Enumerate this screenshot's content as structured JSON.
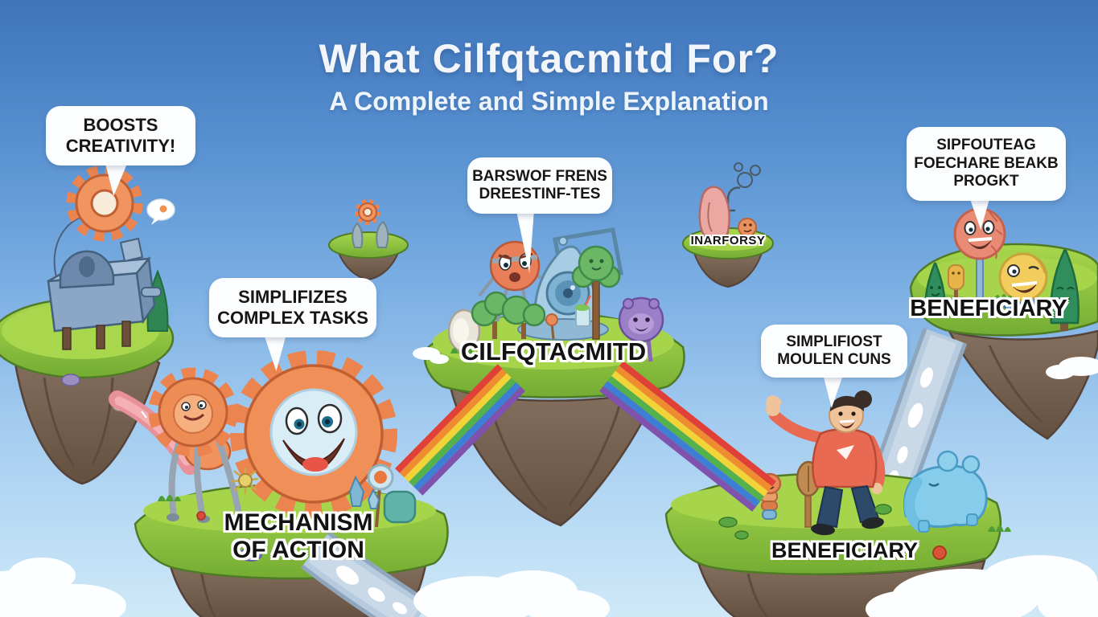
{
  "title": {
    "heading": "What Cilfqtacmitd For?",
    "subheading": "A Complete and Simple Explanation"
  },
  "speech_bubbles": {
    "boosts_creativity": {
      "line1": "BOOSTS",
      "line2": "CREATIVITY!"
    },
    "simplifizes_tasks": {
      "line1": "SIMPLIFIZES",
      "line2": "COMPLEX TASKS"
    },
    "barswof_frens": {
      "line1": "BARSWOF FRENS",
      "line2": "DREESTINF-TES"
    },
    "sipfouteag": {
      "line1": "SIPFOUTEAG",
      "line2": "FOECHARE BEAKB",
      "line3": "PROGKT"
    },
    "simplifiost": {
      "line1": "SIMPLIFIOST",
      "line2": "MOULEN CUNS"
    }
  },
  "island_labels": {
    "center_island": "CILFQTACMITD",
    "mechanism_line1": "MECHANISM",
    "mechanism_line2": "OF ACTION",
    "small_island": "INARFORSY",
    "top_right_island": "BENEFICIARY",
    "bottom_right_island": "BENEFICIARY"
  },
  "colors": {
    "sky_top": "#3f74ba",
    "sky_bottom": "#cfe9f8",
    "grass": "#8fc43e",
    "grass_light": "#a6d44a",
    "rock": "#7d6757",
    "gear_orange": "#f09058",
    "bubble_bg": "#fcfdfe",
    "title_text": "#f2f6fa",
    "river": "#b7cbde",
    "ribbon_pink": "#e89198",
    "rainbow": [
      "#e04038",
      "#f08c30",
      "#f2d438",
      "#55b14b",
      "#3d7fd4",
      "#7e52ad"
    ]
  },
  "scene": {
    "islands": [
      "top-left",
      "small-top-center",
      "center",
      "inarforsy",
      "top-right",
      "mechanism",
      "bottom-right"
    ],
    "elements": [
      "orange-gear",
      "factory-machine",
      "rainbow-bridge-left",
      "rainbow-bridge-right",
      "pink-ribbon-road",
      "rivers",
      "clouds",
      "smiling-gear-character",
      "angry-ball-character",
      "purple-creature",
      "pink-creature",
      "lollipop-character",
      "yellow-ball-character",
      "man-character",
      "worm-character",
      "elephant-creature",
      "magnifying-glass",
      "trees"
    ]
  }
}
